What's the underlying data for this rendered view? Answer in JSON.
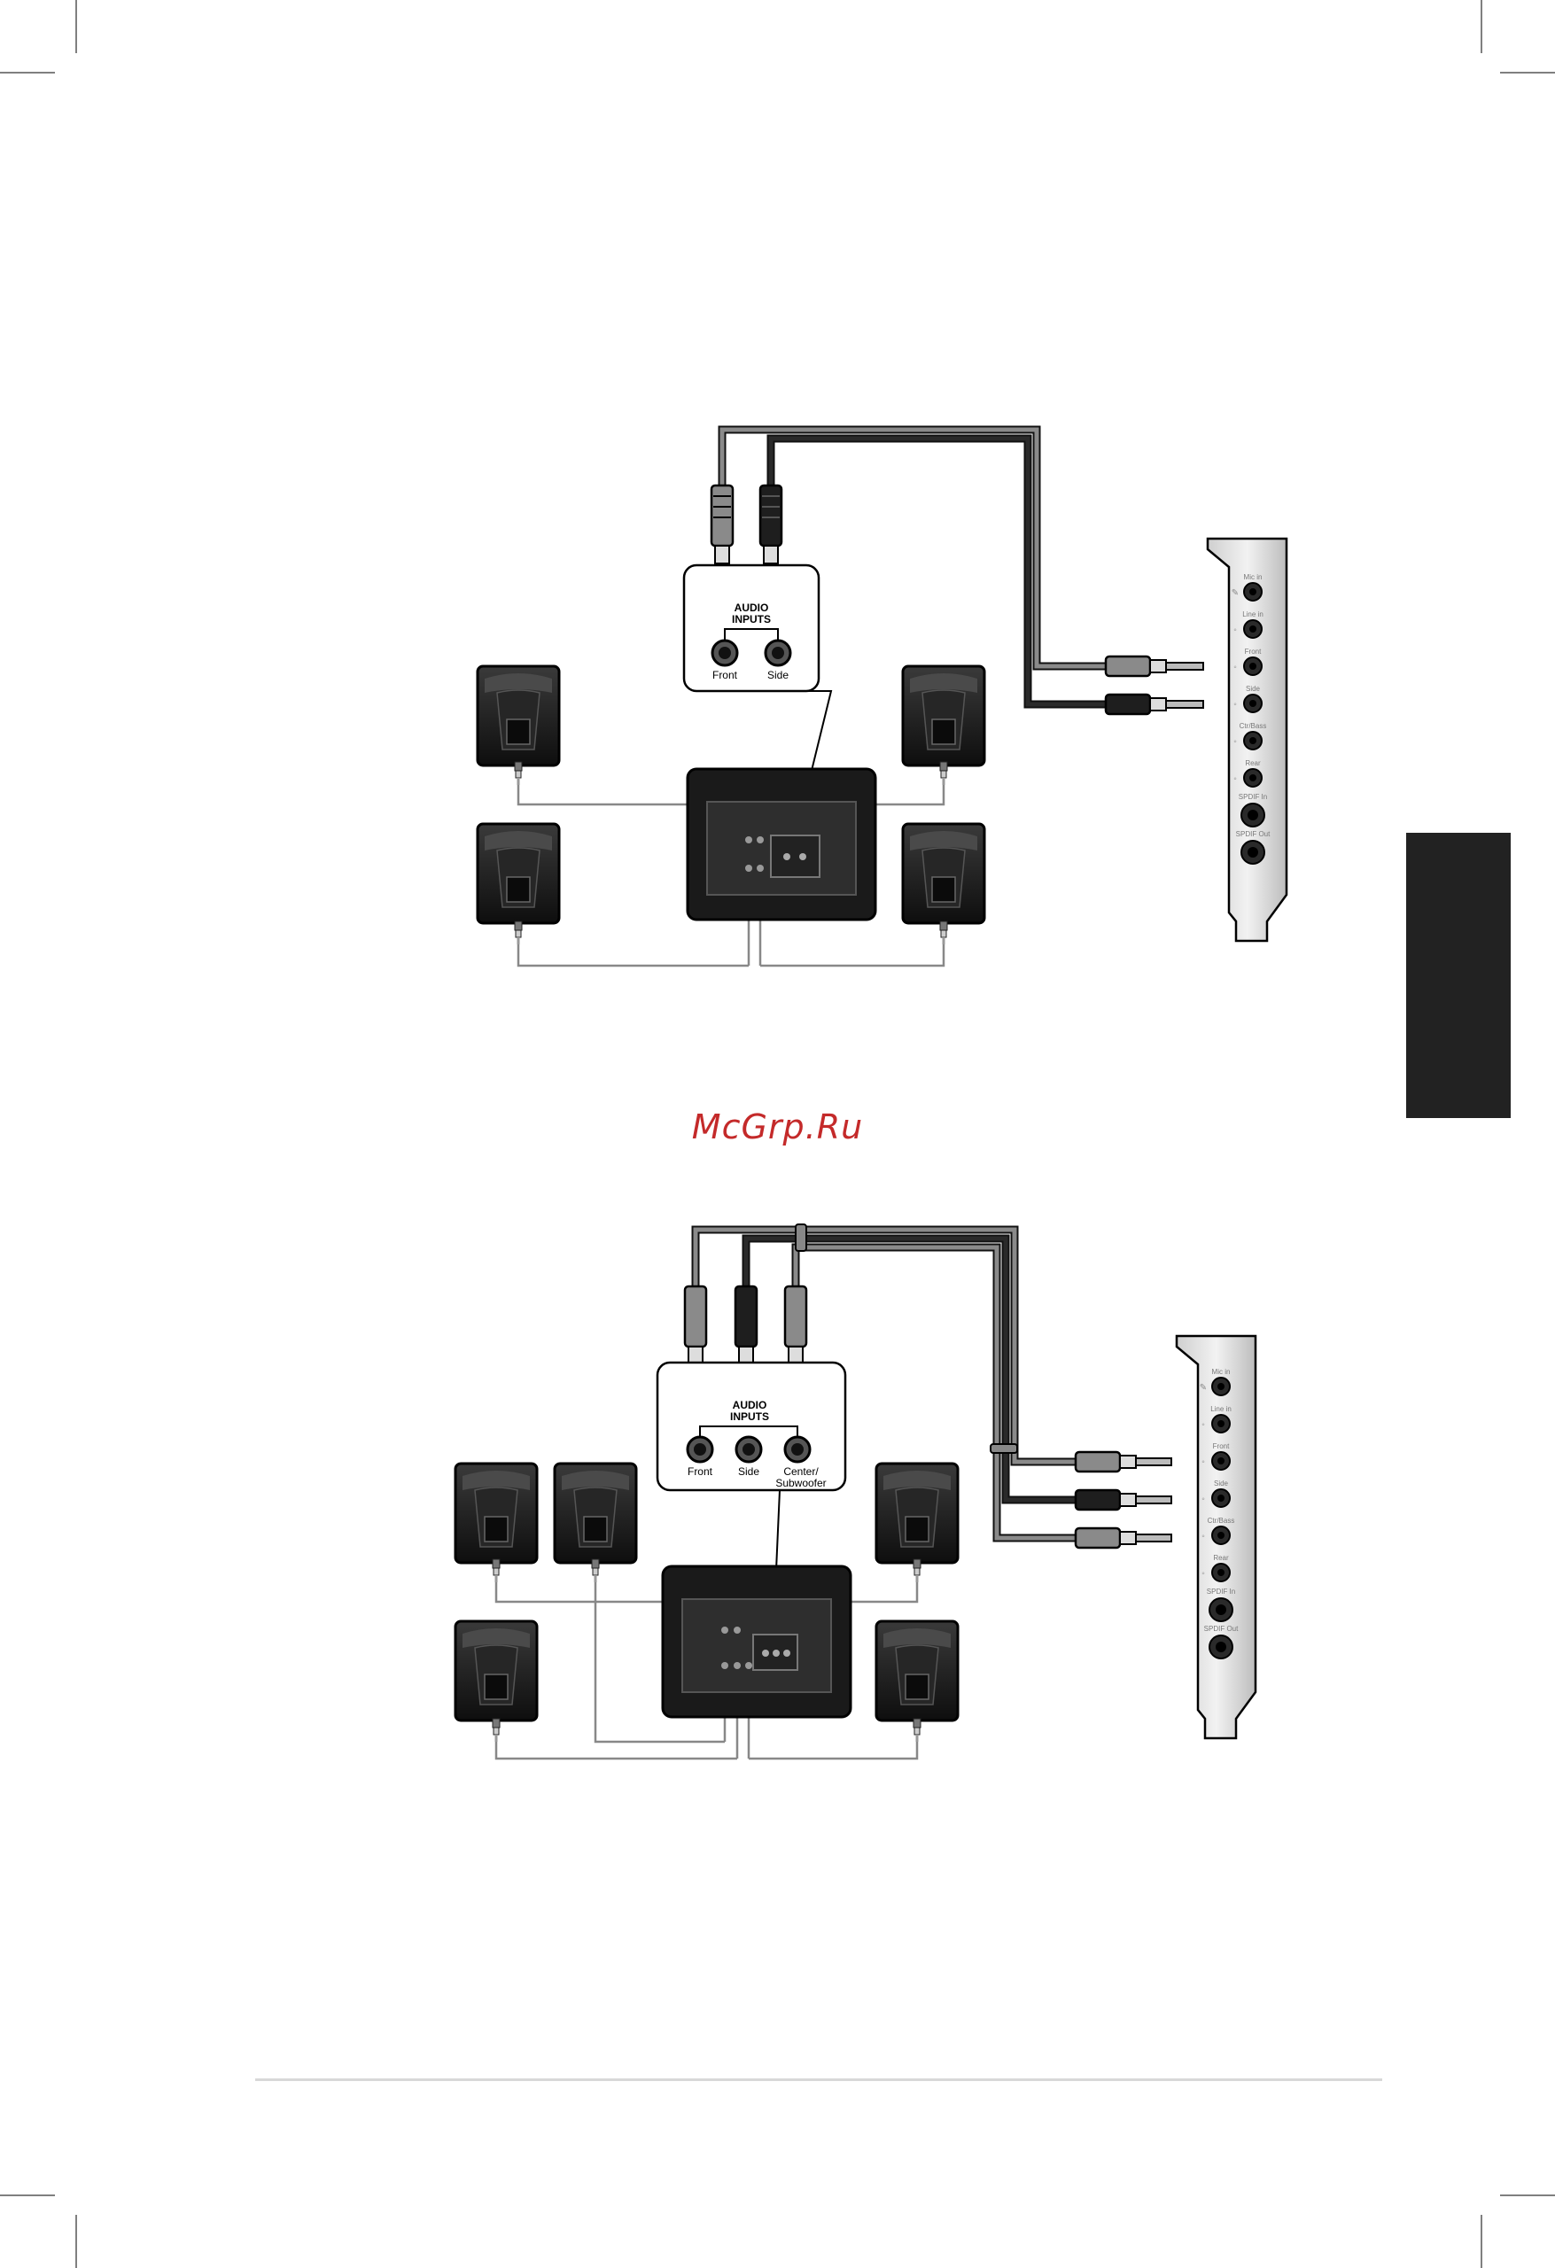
{
  "watermark": "McGrp.Ru",
  "diagram_top": {
    "box_title": "AUDIO\nINPUTS",
    "box_title_line1": "AUDIO",
    "box_title_line2": "INPUTS",
    "inputs": [
      "Front",
      "Side"
    ],
    "card_ports": [
      "Mic in",
      "Line in",
      "Front",
      "Side",
      "Ctr/Bass",
      "Rear",
      "SPDIF In",
      "SPDIF Out"
    ]
  },
  "diagram_bottom": {
    "box_title_line1": "AUDIO",
    "box_title_line2": "INPUTS",
    "inputs": [
      "Front",
      "Side",
      "Center/",
      "Subwoofer"
    ],
    "card_ports": [
      "Mic in",
      "Line in",
      "Front",
      "Side",
      "Ctr/Bass",
      "Rear",
      "SPDIF In",
      "SPDIF Out"
    ]
  },
  "colors": {
    "watermark": "#c42a2a",
    "tab": "#222222",
    "speaker": "#1a1a1a",
    "cable_gray": "#8a8a8a",
    "cable_black": "#111111"
  }
}
